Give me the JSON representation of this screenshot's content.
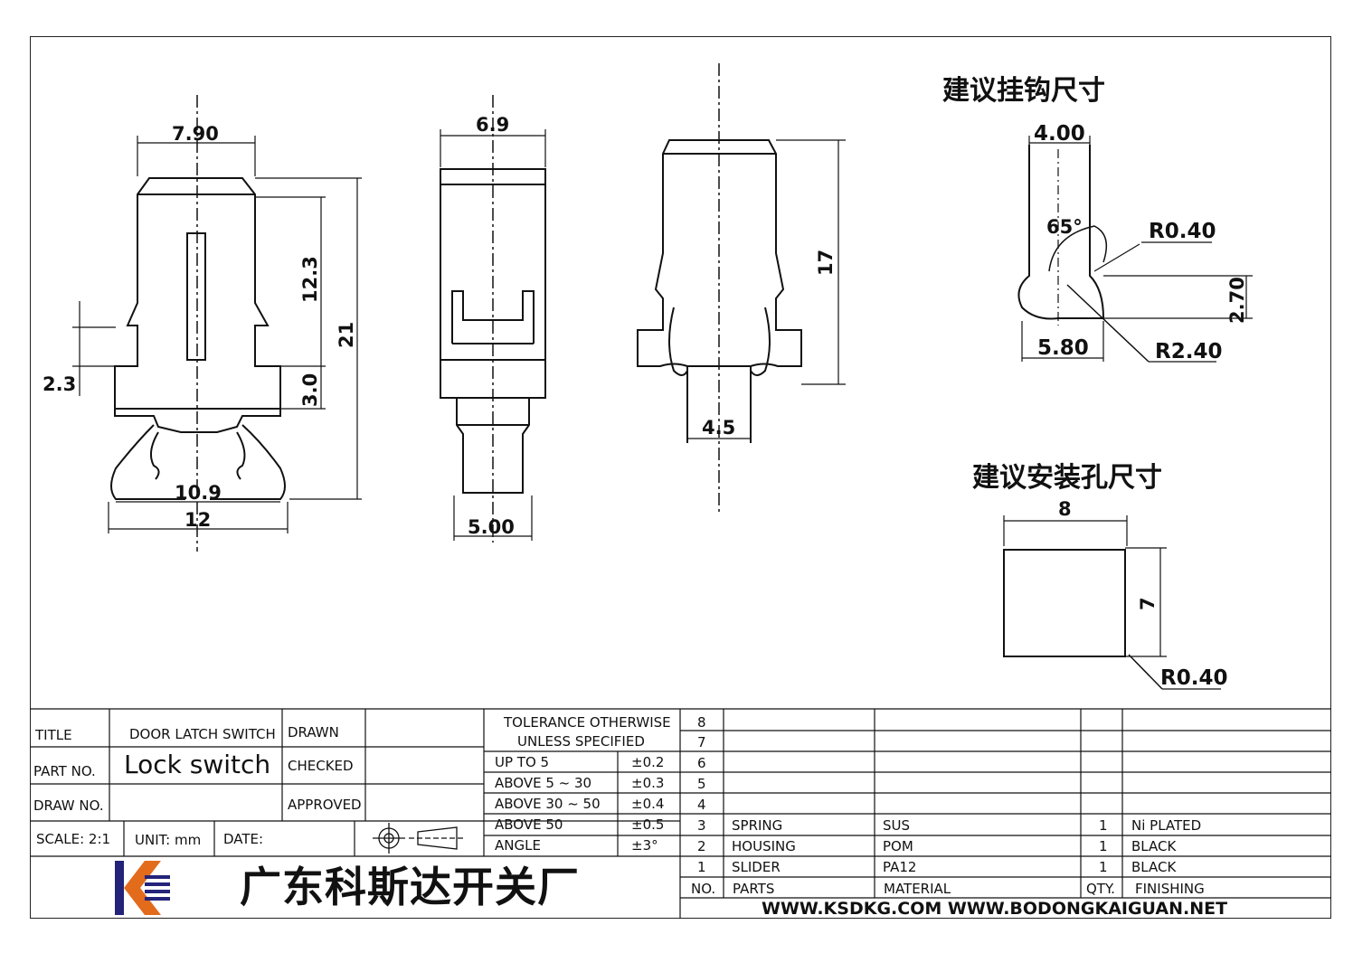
{
  "drawing": {
    "front_view": {
      "width_top": "7.90",
      "height_upper": "12.3",
      "height_total": "21",
      "height_lower": "3.0",
      "offset": "2.3",
      "inner_width": "10.9",
      "outer_width": "12"
    },
    "side_view": {
      "width": "6.9",
      "plunger_width": "5.00"
    },
    "back_view": {
      "height": "17",
      "tail_width": "4.5"
    },
    "hook_detail": {
      "title": "建议挂钩尺寸",
      "width": "4.00",
      "angle": "65°",
      "radius_small": "R0.40",
      "height": "2.70",
      "length": "5.80",
      "radius_large": "R2.40"
    },
    "hole_detail": {
      "title": "建议安装孔尺寸",
      "width": "8",
      "height": "7",
      "radius": "R0.40"
    }
  },
  "title_block": {
    "title_label": "TITLE",
    "title_value": "DOOR  LATCH  SWITCH",
    "part_label": "PART  NO.",
    "part_value": "Lock switch",
    "draw_label": "DRAW  NO.",
    "drawn_label": "DRAWN",
    "checked_label": "CHECKED",
    "approved_label": "APPROVED",
    "scale": "SCALE:  2:1",
    "unit": "UNIT:  mm",
    "date": "DATE:",
    "company": "广东科斯达开关厂"
  },
  "tolerance": {
    "header1": "TOLERANCE  OTHERWISE",
    "header2": "UNLESS  SPECIFIED",
    "rows": [
      {
        "range": "UP  TO  5",
        "value": "±0.2"
      },
      {
        "range": "ABOVE  5 ~ 30",
        "value": "±0.3"
      },
      {
        "range": "ABOVE  30 ~ 50",
        "value": "±0.4"
      },
      {
        "range": "ABOVE  50",
        "value": "±0.5"
      },
      {
        "range": "ANGLE",
        "value": "±3°"
      }
    ]
  },
  "bom": {
    "empty_numbers": [
      "8",
      "7",
      "6",
      "5",
      "4"
    ],
    "rows": [
      {
        "no": "3",
        "part": "SPRING",
        "material": "SUS",
        "qty": "1",
        "finishing": "Ni  PLATED"
      },
      {
        "no": "2",
        "part": "HOUSING",
        "material": "POM",
        "qty": "1",
        "finishing": "BLACK"
      },
      {
        "no": "1",
        "part": "SLIDER",
        "material": "PA12",
        "qty": "1",
        "finishing": "BLACK"
      }
    ],
    "header": {
      "no": "NO.",
      "part": "PARTS",
      "material": "MATERIAL",
      "qty": "QTY.",
      "finishing": "FINISHING"
    }
  },
  "websites": "WWW.KSDKG.COM    WWW.BODONGKAIGUAN.NET",
  "colors": {
    "logo_red": "#e26b1c",
    "logo_blue": "#23237a"
  }
}
